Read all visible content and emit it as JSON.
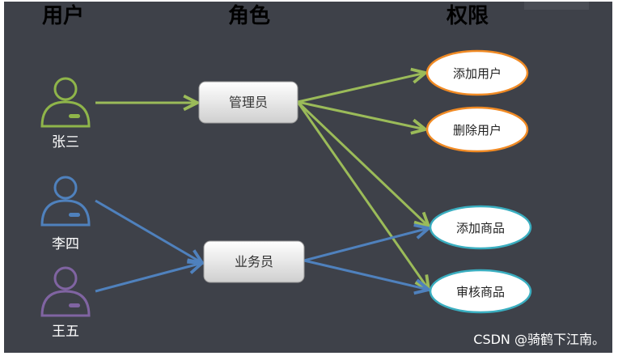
{
  "headers": {
    "users": "用户",
    "roles": "角色",
    "permissions": "权限"
  },
  "users": [
    {
      "name": "张三",
      "color": "#8fb54a"
    },
    {
      "name": "李四",
      "color": "#4f81bd"
    },
    {
      "name": "王五",
      "color": "#8064a2"
    }
  ],
  "roles": [
    {
      "label": "管理员"
    },
    {
      "label": "业务员"
    }
  ],
  "permissions": [
    {
      "label": "添加用户",
      "border": "#f08a24"
    },
    {
      "label": "删除用户",
      "border": "#f08a24"
    },
    {
      "label": "添加商品",
      "border": "#3aaec0"
    },
    {
      "label": "审核商品",
      "border": "#3aaec0"
    }
  ],
  "colors": {
    "background": "#3e4149",
    "admin_link": "#9bbb59",
    "staff_link": "#4f81bd"
  },
  "watermark": "CSDN @骑鹤下江南。"
}
